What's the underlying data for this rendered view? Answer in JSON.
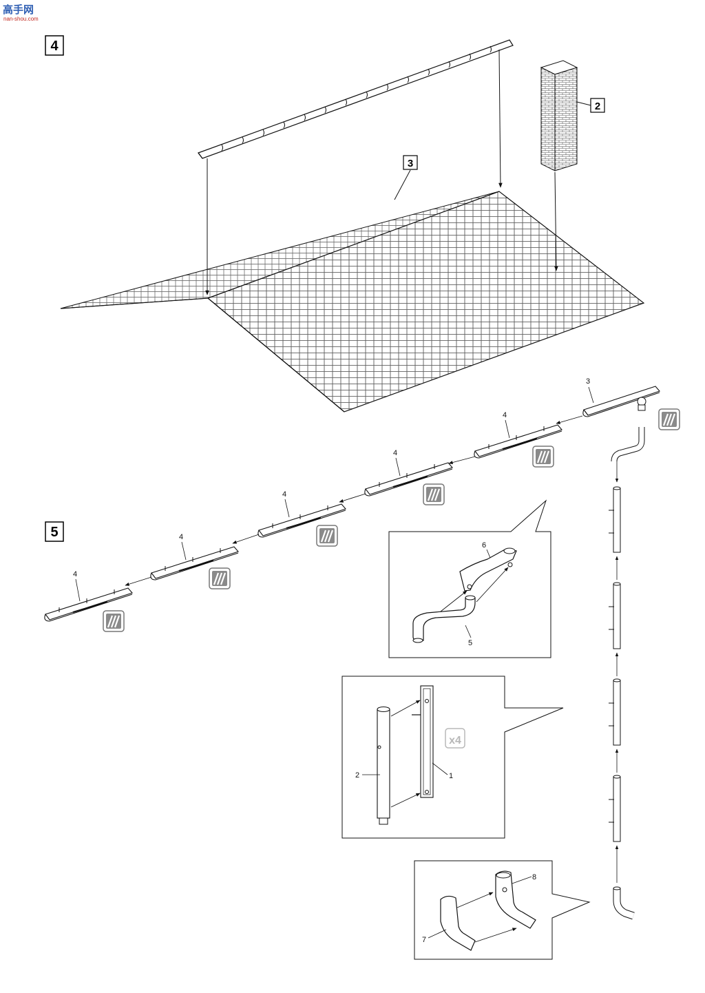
{
  "watermark": {
    "brand": "高手网",
    "site": "nan-shou.com"
  },
  "steps": {
    "step4": "4",
    "step5": "5"
  },
  "callouts": {
    "chimney": "2",
    "roof": "3"
  },
  "gutter_labels": {
    "end": "3",
    "section": "4"
  },
  "detail_top": {
    "label_bracket": "6",
    "label_elbow": "5"
  },
  "detail_middle": {
    "label_pipe": "2",
    "label_clamp": "1",
    "multiplier": "x4"
  },
  "detail_bottom": {
    "label_shoe": "7",
    "label_bracket": "8"
  }
}
